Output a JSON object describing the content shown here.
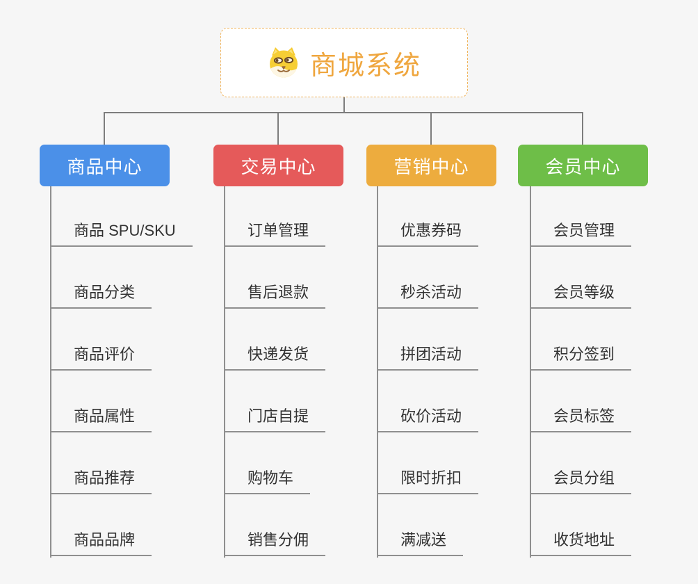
{
  "root": {
    "title": "商城系统",
    "icon": "doge-icon",
    "title_color": "#EFA63E",
    "border_color": "#F0B45C"
  },
  "branches": [
    {
      "label": "商品中心",
      "color": "#4B90E8",
      "items": [
        "商品 SPU/SKU",
        "商品分类",
        "商品评价",
        "商品属性",
        "商品推荐",
        "商品品牌"
      ]
    },
    {
      "label": "交易中心",
      "color": "#E55A5A",
      "items": [
        "订单管理",
        "售后退款",
        "快递发货",
        "门店自提",
        "购物车",
        "销售分佣"
      ]
    },
    {
      "label": "营销中心",
      "color": "#EDAC3E",
      "items": [
        "优惠券码",
        "秒杀活动",
        "拼团活动",
        "砍价活动",
        "限时折扣",
        "满减送"
      ]
    },
    {
      "label": "会员中心",
      "color": "#6EBE48",
      "items": [
        "会员管理",
        "会员等级",
        "积分签到",
        "会员标签",
        "会员分组",
        "收货地址"
      ]
    }
  ]
}
